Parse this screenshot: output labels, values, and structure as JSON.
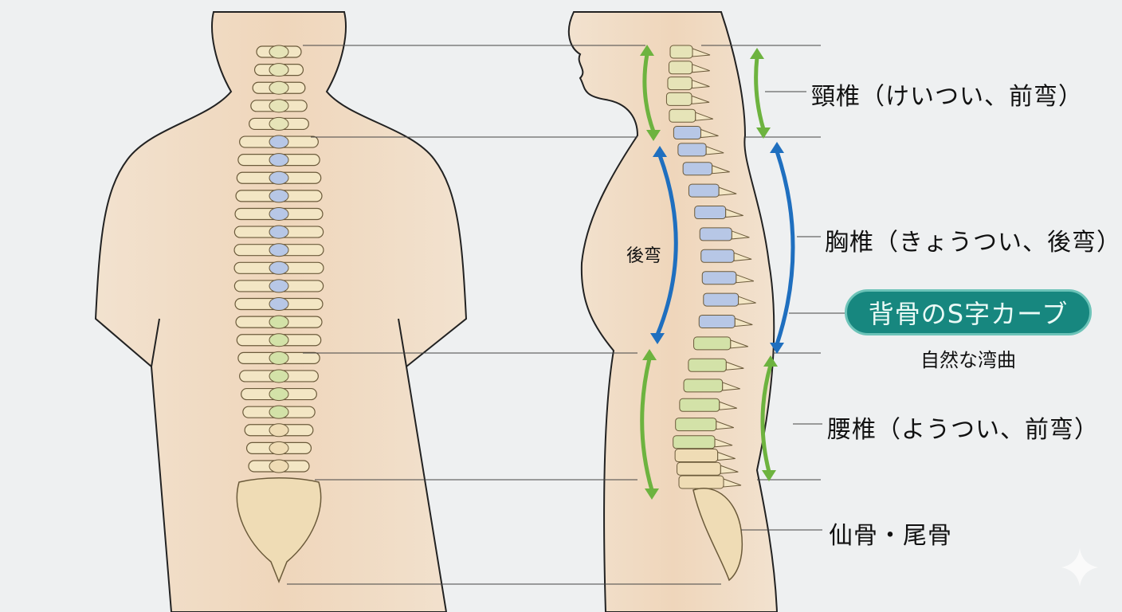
{
  "labels": {
    "cervical": "頸椎（けいつい、前弯）",
    "thoracic": "胸椎（きょうつい、後弯）",
    "lumbar": "腰椎（ようつい、前弯）",
    "sacrum": "仙骨・尾骨",
    "kyphosis_arrow": "後弯"
  },
  "badge": {
    "title": "背骨のS字カーブ",
    "subtitle": "自然な湾曲"
  },
  "colors": {
    "background": "#eef0f1",
    "skin": "#f0dcc4",
    "bone": "#f3e6c4",
    "lordosis_arrow": "#6db33f",
    "kyphosis_arrow": "#1f6fbf",
    "badge": "#17877f"
  },
  "icons": {
    "watermark": "sparkle-icon"
  }
}
